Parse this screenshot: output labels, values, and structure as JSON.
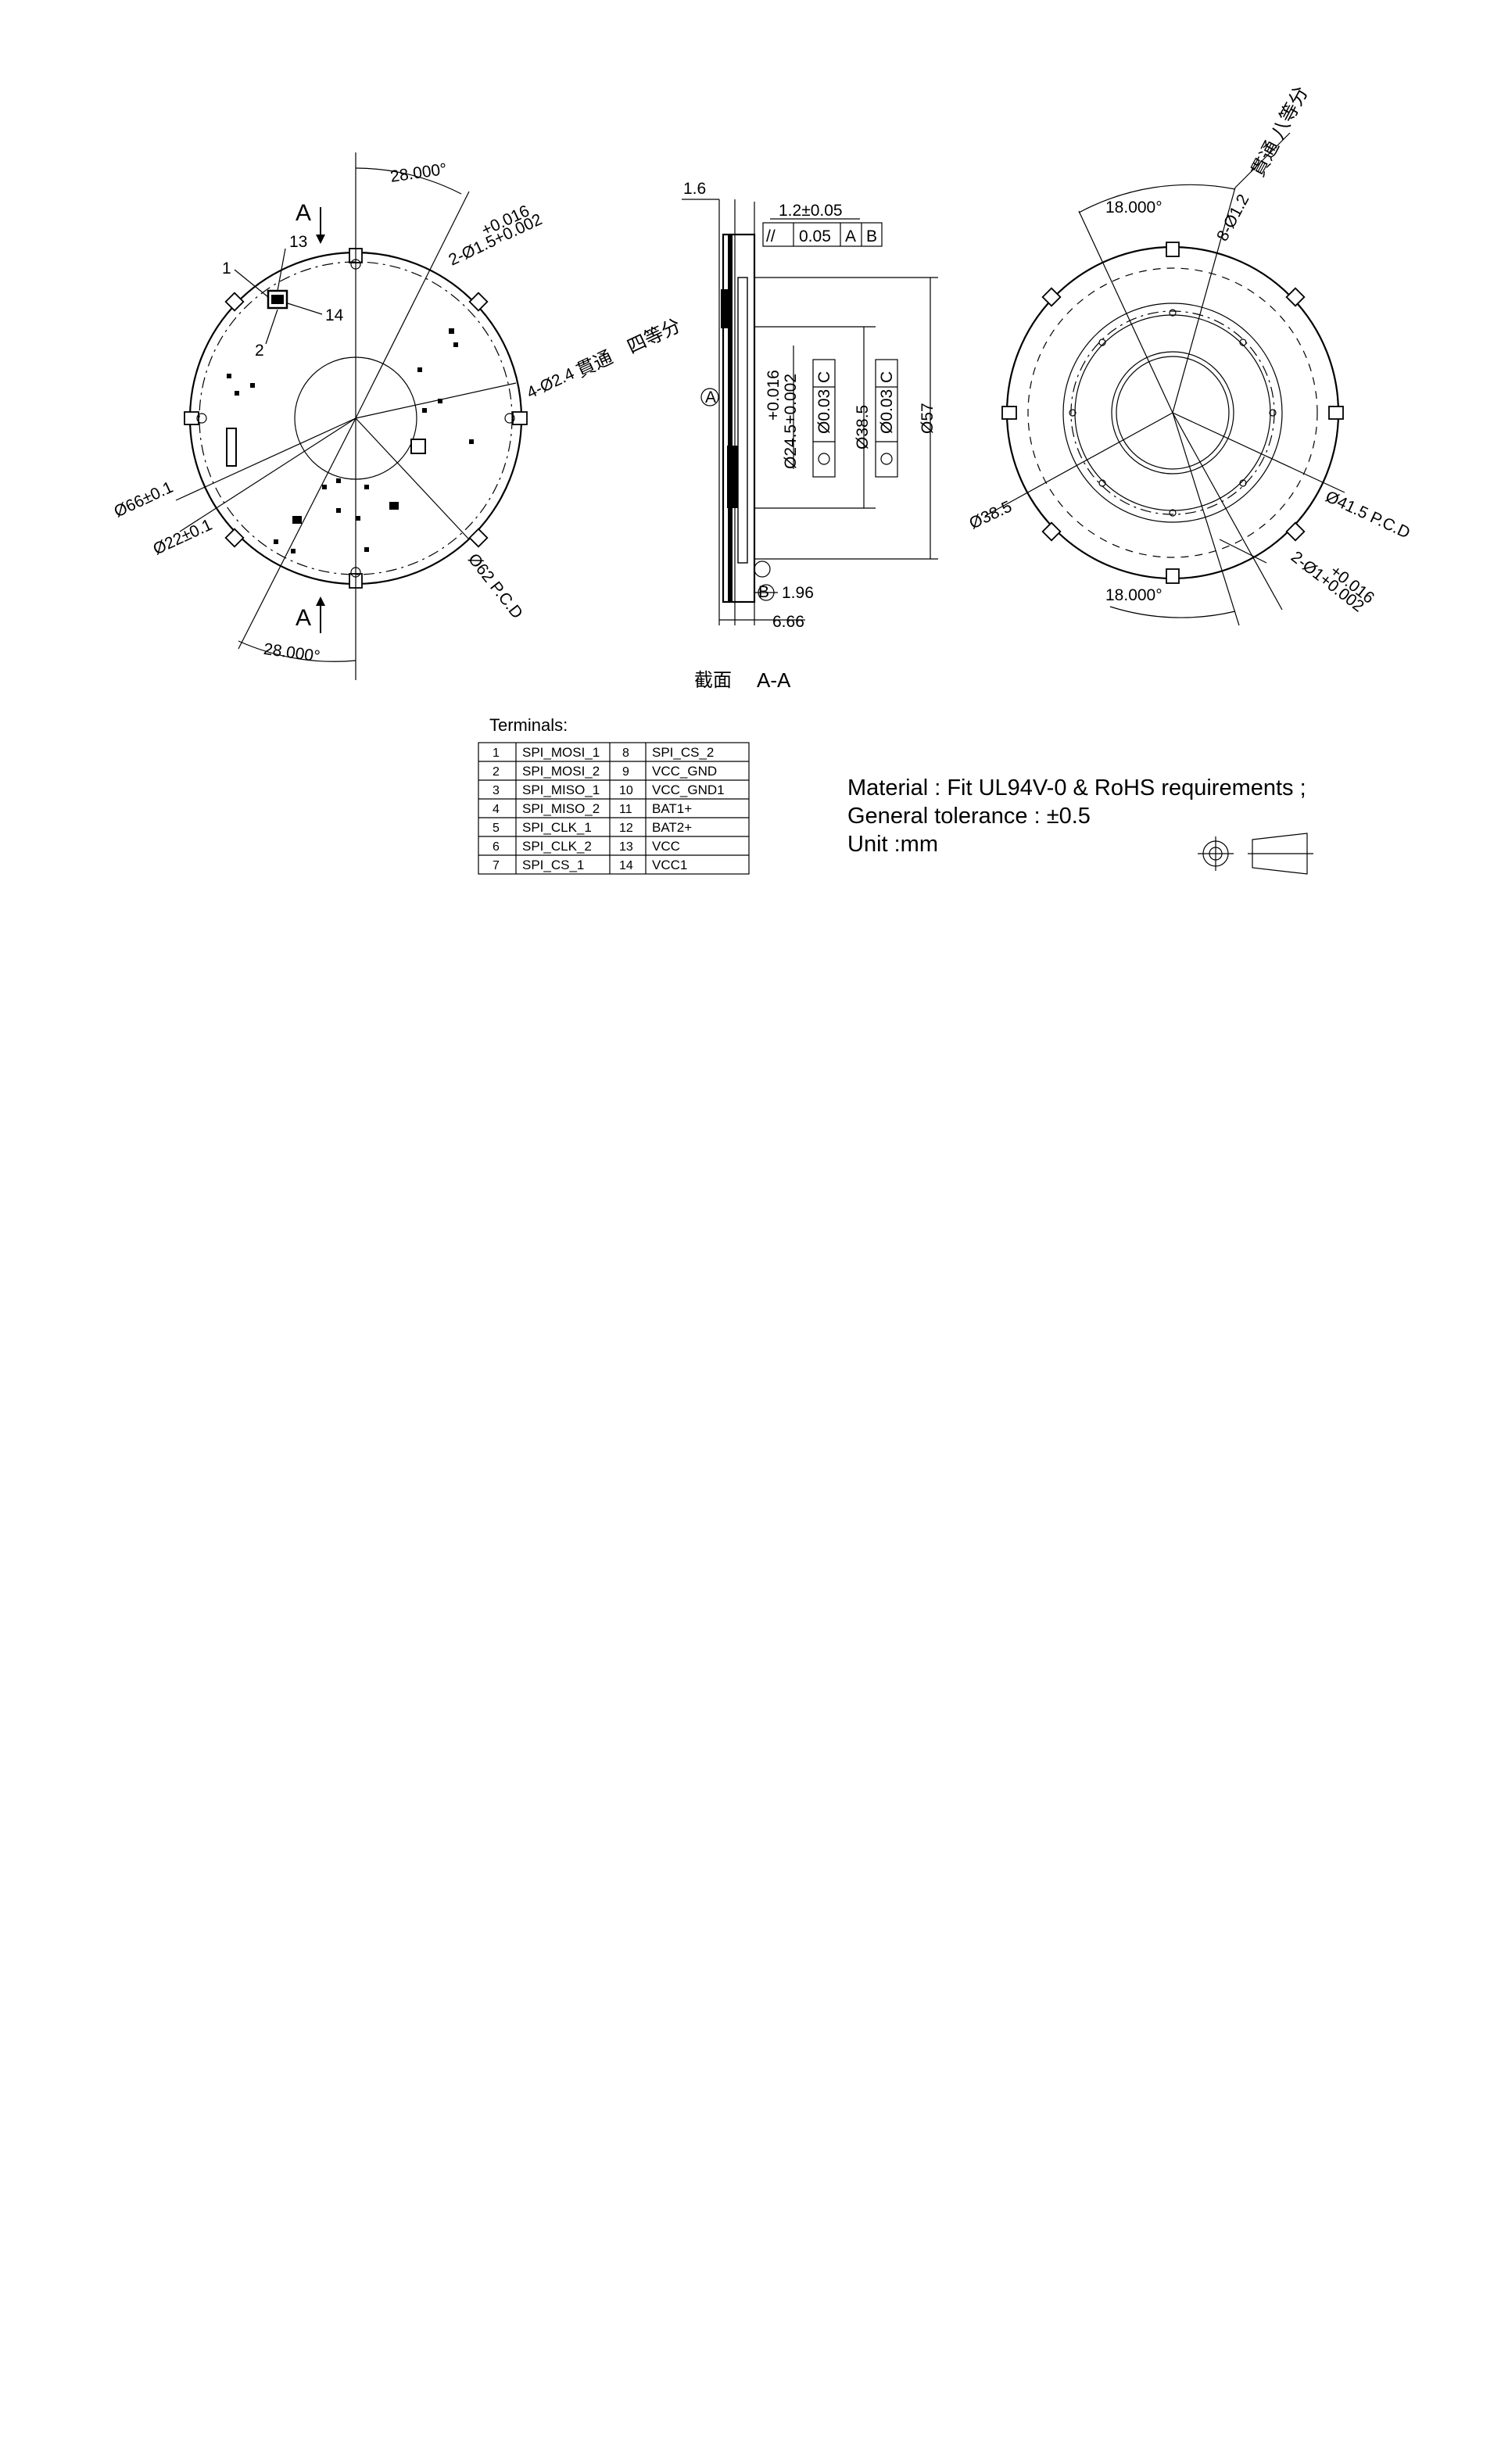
{
  "front_view": {
    "angle_top": "28.000°",
    "angle_bottom": "28.000°",
    "section_mark_top": "A",
    "section_mark_bottom": "A",
    "hole_2_callout": "2-Ø1.5+0.002",
    "hole_2_tol": "+0.016",
    "hole_4_callout": "4-Ø2.4",
    "hole_4_note": "貫通　四等分",
    "dia_outer": "Ø66±0.1",
    "dia_inner": "Ø22±0.1",
    "pcd": "Ø62 P.C.D",
    "pin_1": "1",
    "pin_2": "2",
    "pin_13": "13",
    "pin_14": "14"
  },
  "section_view": {
    "thickness": "1.6",
    "step": "1.2±0.05",
    "parallel_symbol": "//",
    "parallel_value": "0.05",
    "datum_a": "A",
    "datum_b": "B",
    "datum_c": "C",
    "bore_dia": "Ø24.5+0.002",
    "bore_tol": "+0.016",
    "runout_1": "Ø0.03",
    "runout_2": "Ø0.03",
    "dia_38": "Ø38.5",
    "dia_57": "Ø57",
    "dim_196": "1.96",
    "dim_666": "6.66",
    "caption_cjk": "截面",
    "caption": "A-A"
  },
  "back_view": {
    "angle_top": "18.000°",
    "angle_bottom": "18.000°",
    "hole_8_callout": "8-Ø1.2",
    "hole_8_note": "貫通 八等分",
    "dia_38": "Ø38.5",
    "pcd": "Ø41.5 P.C.D",
    "hole_2_callout": "2-Ø1+0.002",
    "hole_2_tol": "+0.016"
  },
  "terminals": {
    "title": "Terminals:",
    "rows": [
      {
        "n1": "1",
        "s1": "SPI_MOSI_1",
        "n2": "8",
        "s2": "SPI_CS_2"
      },
      {
        "n1": "2",
        "s1": "SPI_MOSI_2",
        "n2": "9",
        "s2": "VCC_GND"
      },
      {
        "n1": "3",
        "s1": "SPI_MISO_1",
        "n2": "10",
        "s2": "VCC_GND1"
      },
      {
        "n1": "4",
        "s1": "SPI_MISO_2",
        "n2": "11",
        "s2": "BAT1+"
      },
      {
        "n1": "5",
        "s1": "SPI_CLK_1",
        "n2": "12",
        "s2": "BAT2+"
      },
      {
        "n1": "6",
        "s1": "SPI_CLK_2",
        "n2": "13",
        "s2": "VCC"
      },
      {
        "n1": "7",
        "s1": "SPI_CS_1",
        "n2": "14",
        "s2": "VCC1"
      }
    ]
  },
  "notes": {
    "material": "Material : Fit UL94V-0 & RoHS requirements ;",
    "tolerance": "General tolerance : ±0.5",
    "unit": "Unit :mm"
  }
}
